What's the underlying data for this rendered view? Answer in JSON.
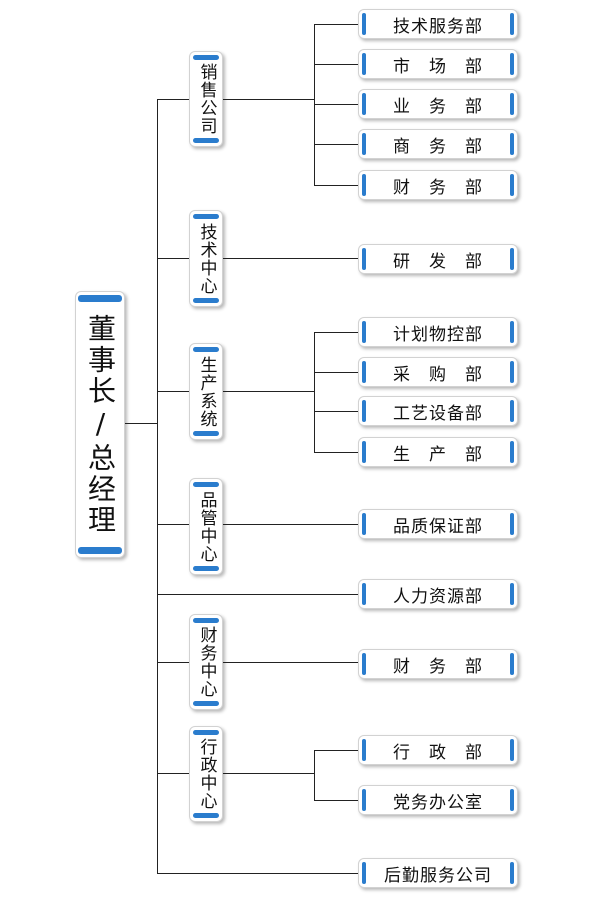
{
  "root": {
    "label": "董事长/总经理"
  },
  "divisions": [
    {
      "label": "销售公司",
      "departments": [
        "技术服务部",
        "市　场　部",
        "业　务　部",
        "商　务　部",
        "财　务　部"
      ]
    },
    {
      "label": "技术中心",
      "departments": [
        "研　发　部"
      ]
    },
    {
      "label": "生产系统",
      "departments": [
        "计划物控部",
        "采　购　部",
        "工艺设备部",
        "生　产　部"
      ]
    },
    {
      "label": "品管中心",
      "departments": [
        "品质保证部"
      ]
    },
    {
      "label": "",
      "departments": [
        "人力资源部"
      ]
    },
    {
      "label": "财务中心",
      "departments": [
        "财　务　部"
      ]
    },
    {
      "label": "行政中心",
      "departments": [
        "行　政　部",
        "党务办公室"
      ]
    },
    {
      "label": "",
      "departments": [
        "后勤服务公司"
      ]
    }
  ],
  "colors": {
    "accent": "#2a7ccd",
    "line": "#222222",
    "border": "#d2d2d2"
  }
}
